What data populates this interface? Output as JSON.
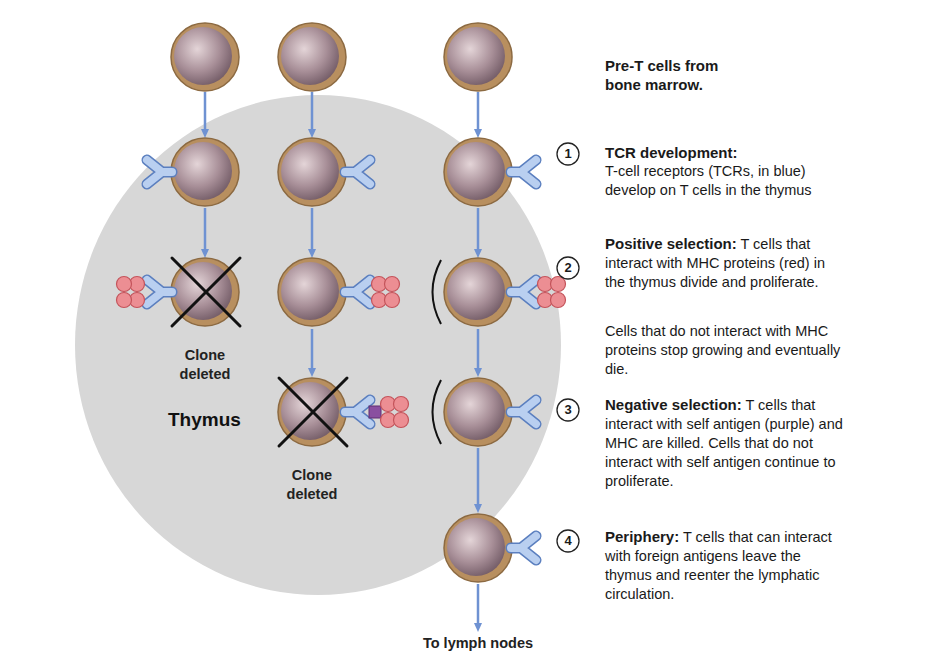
{
  "diagram": {
    "nodes": [
      {
        "text": [
          "Thymus"
        ]
      }
    ],
    "labels": [
      "Pre-T cells from bone marrow.",
      "1",
      "TCR development:",
      "T-cell receptors (TCRs, in blue) develop on T cells in the thymus",
      "2",
      "Positive selection:",
      "T cells that interact with MHC proteins (red) in the thymus divide and proliferate.",
      "Cells that do not interact with MHC proteins stop growing and eventually die.",
      "3",
      "Negative selection:",
      "T cells that interact with self antigen (purple) and MHC are killed. Cells that do not interact with self antigen continue to proliferate.",
      "4",
      "Periphery:",
      "T cells that can interact with foreign antigens leave the thymus and reenter the lymphatic circulation.",
      "Clone deleted",
      "Clone deleted",
      "To lymph nodes"
    ]
  }
}
